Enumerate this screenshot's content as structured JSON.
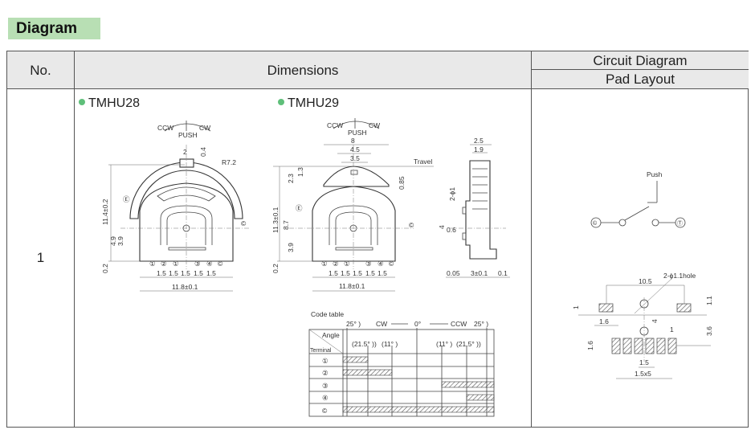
{
  "section_title": "Diagram",
  "table": {
    "headers": {
      "no": "No.",
      "dimensions": "Dimensions",
      "circuit": "Circuit Diagram",
      "pad": "Pad Layout"
    },
    "row_no": "1"
  },
  "tmhu28": {
    "title": "TMHU28",
    "ccw": "CCW",
    "push": "PUSH",
    "cw": "CW",
    "dims": [
      "2",
      "0.4",
      "R7.2",
      "11.4±0.2",
      "4.9",
      "3.9",
      "0.2",
      "1.5",
      "1.5",
      "1.5",
      "1.5",
      "1.5",
      "11.8±0.1"
    ],
    "markers": [
      "Ⓔ",
      "©"
    ],
    "terminals": [
      "①",
      "②",
      "①",
      "③",
      "④",
      "©"
    ]
  },
  "tmhu29": {
    "title": "TMHU29",
    "ccw": "CCW",
    "push": "PUSH",
    "cw": "CW",
    "dims": [
      "8",
      "4.5",
      "3.5",
      "Travel",
      "2.3",
      "1.3",
      "0.85",
      "11.3±0.1",
      "8.7",
      "3.9",
      "0.2",
      "1.5",
      "1.5",
      "1.5",
      "1.5",
      "1.5",
      "11.8±0.1"
    ],
    "markers": [
      "Ⓔ",
      "©"
    ],
    "terminals": [
      "①",
      "②",
      "①",
      "③",
      "④",
      "©"
    ],
    "side_dims": [
      "2.5",
      "1.9",
      "2-ϕ1",
      "4",
      "0.6",
      "0.05",
      "3±0.1",
      "0.1"
    ]
  },
  "code_table": {
    "title": "Code table",
    "scale": [
      "25° )",
      "CW",
      "0°",
      "CCW",
      "25° )"
    ],
    "angle_label": "Angle",
    "terminal_label": "Terminal",
    "sub_angles": [
      "(21.5° ))",
      "(11° )",
      "(11° )",
      "(21.5° ))"
    ],
    "rows": [
      "①",
      "②",
      "③",
      "④",
      "©"
    ]
  },
  "circuit": {
    "push": "Push",
    "left": "©",
    "right": "Ⓣ"
  },
  "pad_layout": {
    "dims": [
      "10.5",
      "2-ϕ1.1hole",
      "1",
      "1.6",
      "4",
      "1.1",
      "1",
      "3.6",
      "1.6",
      "1.5",
      "1.5x5"
    ]
  },
  "colors": {
    "tag": "#b8dfb4",
    "bullet": "#5fbf7a",
    "header_bg": "#e9e9e9"
  }
}
